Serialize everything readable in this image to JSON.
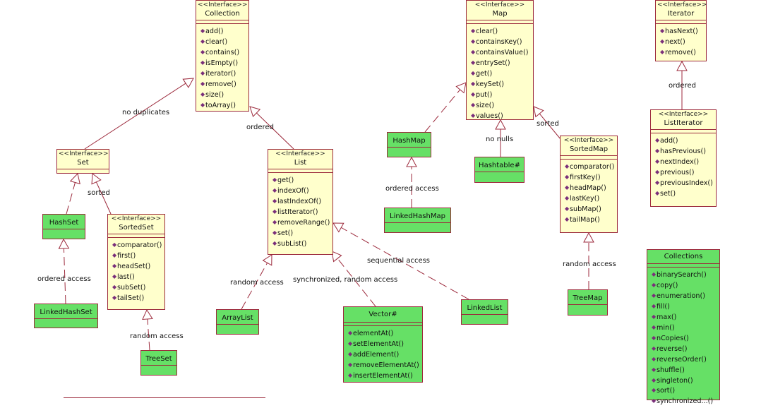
{
  "stereotype": "<<Interface>>",
  "boxes": {
    "collection": {
      "name": "Collection",
      "ops": [
        "add()",
        "clear()",
        "contains()",
        "isEmpty()",
        "iterator()",
        "remove()",
        "size()",
        "toArray()"
      ]
    },
    "map": {
      "name": "Map",
      "ops": [
        "clear()",
        "containsKey()",
        "containsValue()",
        "entrySet()",
        "get()",
        "keySet()",
        "put()",
        "size()",
        "values()"
      ]
    },
    "iterator": {
      "name": "Iterator",
      "ops": [
        "hasNext()",
        "next()",
        "remove()"
      ]
    },
    "set": {
      "name": "Set"
    },
    "list": {
      "name": "List",
      "ops": [
        "get()",
        "indexOf()",
        "lastIndexOf()",
        "listIterator()",
        "removeRange()",
        "set()",
        "subList()"
      ]
    },
    "hashmap": {
      "name": "HashMap"
    },
    "hashtable": {
      "name": "Hashtable#"
    },
    "sortedmap": {
      "name": "SortedMap",
      "ops": [
        "comparator()",
        "firstKey()",
        "headMap()",
        "lastKey()",
        "subMap()",
        "tailMap()"
      ]
    },
    "listiterator": {
      "name": "ListIterator",
      "ops": [
        "add()",
        "hasPrevious()",
        "nextIndex()",
        "previous()",
        "previousIndex()",
        "set()"
      ]
    },
    "hashset": {
      "name": "HashSet"
    },
    "sortedset": {
      "name": "SortedSet",
      "ops": [
        "comparator()",
        "first()",
        "headSet()",
        "last()",
        "subSet()",
        "tailSet()"
      ]
    },
    "linkedhashmap": {
      "name": "LinkedHashMap"
    },
    "linkedhashset": {
      "name": "LinkedHashSet"
    },
    "treeset": {
      "name": "TreeSet"
    },
    "arraylist": {
      "name": "ArrayList"
    },
    "vector": {
      "name": "Vector#",
      "ops": [
        "elementAt()",
        "setElementAt()",
        "addElement()",
        "removeElementAt()",
        "insertElementAt()"
      ]
    },
    "linkedlist": {
      "name": "LinkedList"
    },
    "treemap": {
      "name": "TreeMap"
    },
    "collections": {
      "name": "Collections",
      "ops": [
        "binarySearch()",
        "copy()",
        "enumeration()",
        "fill()",
        "max()",
        "min()",
        "nCopies()",
        "reverse()",
        "reverseOrder()",
        "shuffle()",
        "singleton()",
        "sort()",
        "synchronized...()"
      ]
    }
  },
  "labels": {
    "no_duplicates": "no duplicates",
    "ordered_list": "ordered",
    "sorted_set": "sorted",
    "ordered_access_set": "ordered access",
    "random_access_set": "random access",
    "random_access_list": "random  access",
    "synchronized": "synchronized, random access",
    "sequential": "sequential access",
    "ordered_access_map": "ordered access",
    "no_nulls": "no nulls",
    "sorted_map": "sorted",
    "random_access_map": "random  access",
    "ordered_iter": "ordered"
  }
}
